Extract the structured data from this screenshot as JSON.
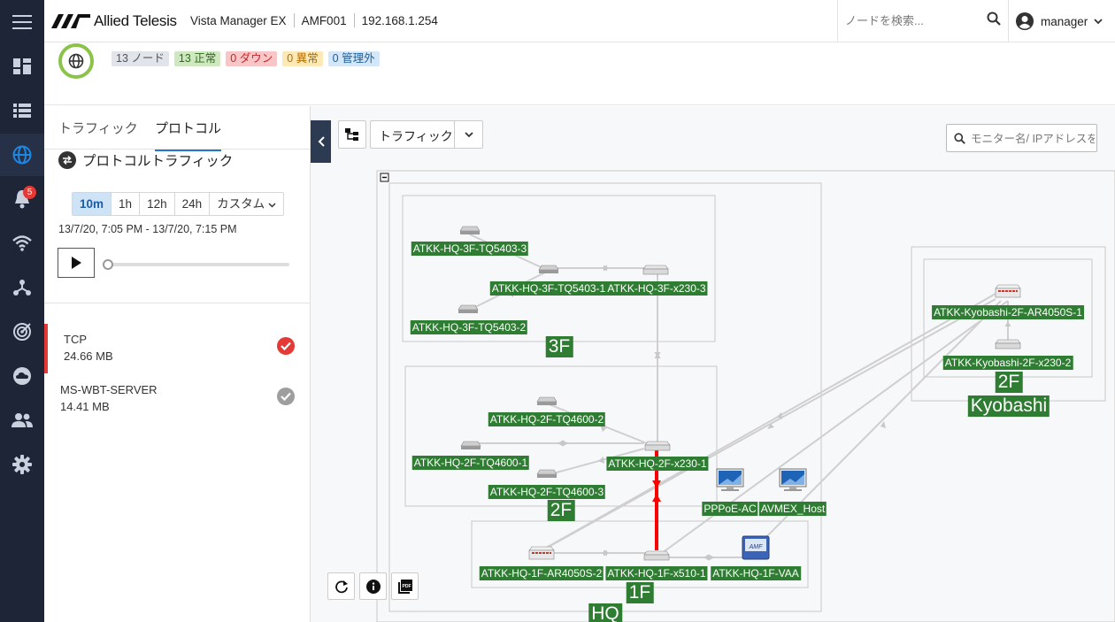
{
  "brand": {
    "name": "Allied Telesis"
  },
  "header": {
    "product": "Vista Manager EX",
    "device": "AMF001",
    "ip": "192.168.1.254",
    "search_placeholder": "ノードを検索...",
    "user": "manager"
  },
  "nav": {
    "items": [
      {
        "icon": "menu-icon"
      },
      {
        "icon": "dashboard-icon"
      },
      {
        "icon": "list-icon"
      },
      {
        "icon": "globe-icon"
      },
      {
        "icon": "bell-icon",
        "badge": "5"
      },
      {
        "icon": "wifi-icon"
      },
      {
        "icon": "topology-icon"
      },
      {
        "icon": "radar-icon"
      },
      {
        "icon": "cloud-icon"
      },
      {
        "icon": "users-icon"
      },
      {
        "icon": "settings-icon"
      }
    ],
    "alert_badge": "5"
  },
  "summary": {
    "nodes": "13 ノード",
    "normal": "13 正常",
    "down": "0 ダウン",
    "abnormal": "0 異常",
    "unmanaged": "0 管理外"
  },
  "panel": {
    "tabs": [
      "トラフィック",
      "プロトコル"
    ],
    "active_tab": "プロトコル",
    "title": "プロトコルトラフィック",
    "ranges": [
      "10m",
      "1h",
      "12h",
      "24h",
      "カスタム"
    ],
    "selected_range": "10m",
    "time_range": "13/7/20, 7:05 PM - 13/7/20, 7:15 PM",
    "protocols": [
      {
        "name": "TCP",
        "size": "24.66 MB",
        "checked": true,
        "color": "#e53935"
      },
      {
        "name": "MS-WBT-SERVER",
        "size": "14.41 MB",
        "checked": true,
        "color": "#9e9e9e"
      }
    ]
  },
  "map": {
    "view_select": "トラフィック",
    "search_placeholder": "モニター名/ IPアドレスを",
    "groups": {
      "hq": "HQ",
      "f3": "3F",
      "f2": "2F",
      "f1": "1F",
      "kyobashi": "Kyobashi",
      "kyobashi_2f": "2F"
    },
    "nodes": {
      "hq3_tq5403_3": "ATKK-HQ-3F-TQ5403-3",
      "hq3_tq5403_1": "ATKK-HQ-3F-TQ5403-1",
      "hq3_x230_3": "ATKK-HQ-3F-x230-3",
      "hq3_tq5403_2": "ATKK-HQ-3F-TQ5403-2",
      "hq2_tq4600_2": "ATKK-HQ-2F-TQ4600-2",
      "hq2_tq4600_1": "ATKK-HQ-2F-TQ4600-1",
      "hq2_x230_1": "ATKK-HQ-2F-x230-1",
      "hq2_tq4600_3": "ATKK-HQ-2F-TQ4600-3",
      "pppoe_ac": "PPPoE-AC",
      "avmex_host": "AVMEX_Host",
      "hq1_ar4050s_2": "ATKK-HQ-1F-AR4050S-2",
      "hq1_x510_1": "ATKK-HQ-1F-x510-1",
      "hq1_vaa": "ATKK-HQ-1F-VAA",
      "kyo_ar4050s_1": "ATKK-Kyobashi-2F-AR4050S-1",
      "kyo_x230_2": "ATKK-Kyobashi-2F-x230-2"
    },
    "link_color_active": "#ff0000",
    "label_color": "#2e7d32"
  }
}
